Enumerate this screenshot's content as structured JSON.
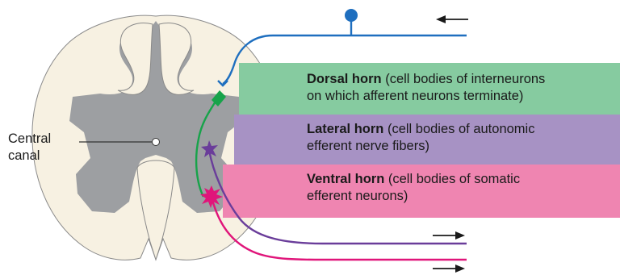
{
  "central_canal": {
    "line1": "Central",
    "line2": "canal"
  },
  "dorsal": {
    "title": "Dorsal horn",
    "line1_rest": " (cell bodies of interneurons",
    "line2": "on which afferent neurons terminate)",
    "color": "#86cba0"
  },
  "lateral": {
    "title": "Lateral horn",
    "line1_rest": " (cell bodies of autonomic",
    "line2": "efferent nerve fibers)",
    "color": "#a792c4"
  },
  "ventral": {
    "title": "Ventral horn",
    "line1_rest": " (cell bodies of somatic",
    "line2": "efferent neurons)",
    "color": "#ef85b1"
  },
  "colors": {
    "white_matter": "#f7f1e2",
    "gray_matter": "#9d9fa2",
    "afferent": "#1f6fbf",
    "interneuron": "#17a34a",
    "autonomic": "#6a3d9a",
    "somatic": "#e0157a"
  }
}
